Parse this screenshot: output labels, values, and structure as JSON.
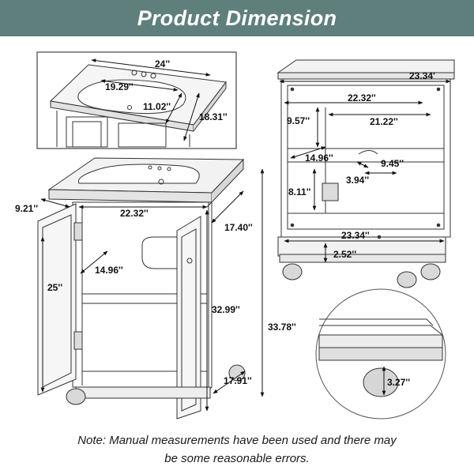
{
  "header": {
    "title": "Product Dimension"
  },
  "dimensions": {
    "top_width": "24''",
    "basin_width": "19.29''",
    "basin_depth": "11.02''",
    "top_depth": "18.31''",
    "rear_top_width": "23.34'",
    "rear_inner_width": "22.32''",
    "rear_side_height": "9.57''",
    "rear_inner_width_2": "21.22''",
    "rear_shelf_depth": "14.96''",
    "rear_cutout": "9.45''",
    "rear_cutout_depth": "3.94''",
    "rear_lower_height": "8.11''",
    "rear_base_width": "23.34''",
    "rear_plinth": "2.52''",
    "door_depth": "9.21''",
    "front_inner_width": "22.32''",
    "side_depth": "17.40''",
    "front_shelf_depth": "14.96''",
    "door_height": "25''",
    "cabinet_height": "32.99''",
    "total_height": "33.78''",
    "base_depth": "17.91''",
    "foot_height": "3.27''"
  },
  "footer": {
    "line1": "Note: Manual measurements have been used and there may",
    "line2": "be some reasonable errors."
  }
}
